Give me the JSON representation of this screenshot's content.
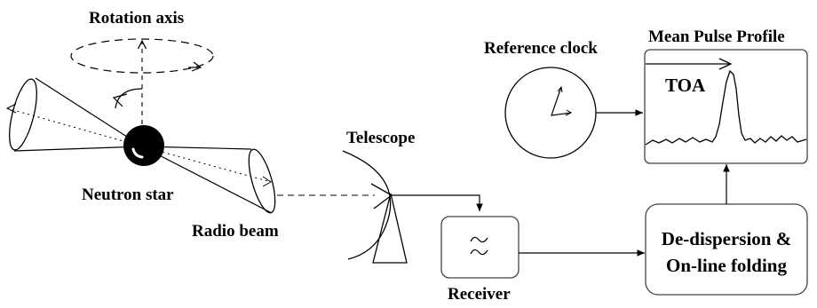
{
  "diagram": {
    "labels": {
      "rotation_axis": "Rotation axis",
      "neutron_star": "Neutron star",
      "radio_beam": "Radio beam",
      "telescope": "Telescope",
      "receiver": "Receiver",
      "reference_clock": "Reference clock",
      "mean_pulse_profile": "Mean Pulse Profile",
      "toa": "TOA",
      "dedispersion_line1": "De-dispersion &",
      "dedispersion_line2": "On-line folding"
    },
    "receiver_symbol": "~",
    "colors": {
      "stroke": "#000000",
      "box_stroke": "#444444",
      "background": "#ffffff"
    }
  }
}
